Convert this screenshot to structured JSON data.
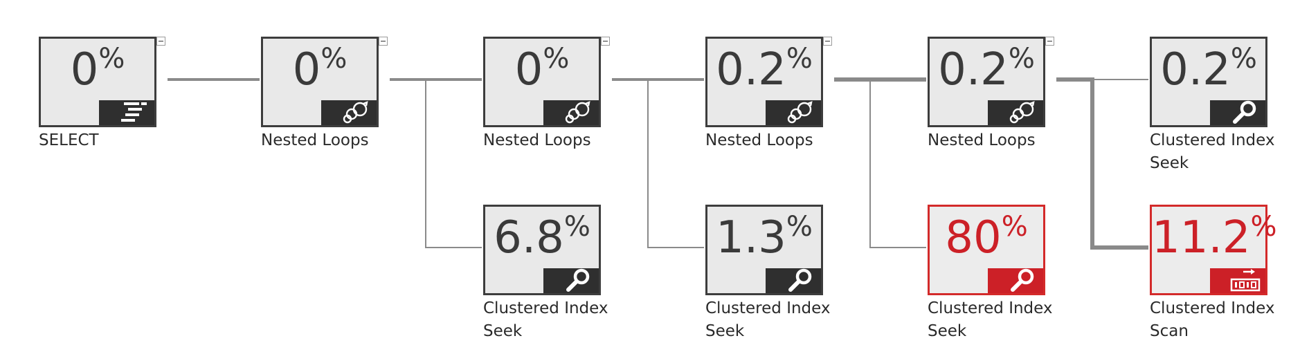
{
  "plan": {
    "nodes": [
      {
        "id": "n1",
        "pct": "0",
        "label": "SELECT",
        "icon": "select-result-icon",
        "hot": false,
        "collapse": true
      },
      {
        "id": "n2",
        "pct": "0",
        "label": "Nested Loops",
        "icon": "nested-loops-icon",
        "hot": false,
        "collapse": true
      },
      {
        "id": "n3",
        "pct": "0",
        "label": "Nested Loops",
        "icon": "nested-loops-icon",
        "hot": false,
        "collapse": true
      },
      {
        "id": "n4",
        "pct": "0.2",
        "label": "Nested Loops",
        "icon": "nested-loops-icon",
        "hot": false,
        "collapse": true
      },
      {
        "id": "n5",
        "pct": "0.2",
        "label": "Nested Loops",
        "icon": "nested-loops-icon",
        "hot": false,
        "collapse": true
      },
      {
        "id": "n6",
        "pct": "0.2",
        "label": "Clustered Index Seek",
        "icon": "clustered-index-seek-icon",
        "hot": false,
        "collapse": false
      },
      {
        "id": "n7",
        "pct": "6.8",
        "label": "Clustered Index Seek",
        "icon": "clustered-index-seek-icon",
        "hot": false,
        "collapse": false
      },
      {
        "id": "n8",
        "pct": "1.3",
        "label": "Clustered Index Seek",
        "icon": "clustered-index-seek-icon",
        "hot": false,
        "collapse": false
      },
      {
        "id": "n9",
        "pct": "80",
        "label": "Clustered Index Seek",
        "icon": "clustered-index-seek-icon",
        "hot": true,
        "collapse": false
      },
      {
        "id": "n10",
        "pct": "11.2",
        "label": "Clustered Index Scan",
        "icon": "clustered-index-scan-icon",
        "hot": true,
        "collapse": false
      }
    ],
    "percent_symbol": "%",
    "colors": {
      "normal_border": "#3d3d3d",
      "hot": "#cc2027",
      "box_fill": "#e9e9e9",
      "connector": "#8a8a8a"
    },
    "edges": [
      {
        "from": "n1",
        "to": "n2",
        "weight": "medium"
      },
      {
        "from": "n2",
        "to": "n3",
        "weight": "medium"
      },
      {
        "from": "n2",
        "to": "n7",
        "weight": "thin"
      },
      {
        "from": "n3",
        "to": "n4",
        "weight": "medium"
      },
      {
        "from": "n3",
        "to": "n8",
        "weight": "thin"
      },
      {
        "from": "n4",
        "to": "n5",
        "weight": "thick"
      },
      {
        "from": "n4",
        "to": "n9",
        "weight": "thin"
      },
      {
        "from": "n5",
        "to": "n6",
        "weight": "thin"
      },
      {
        "from": "n5",
        "to": "n10",
        "weight": "thick"
      }
    ]
  }
}
